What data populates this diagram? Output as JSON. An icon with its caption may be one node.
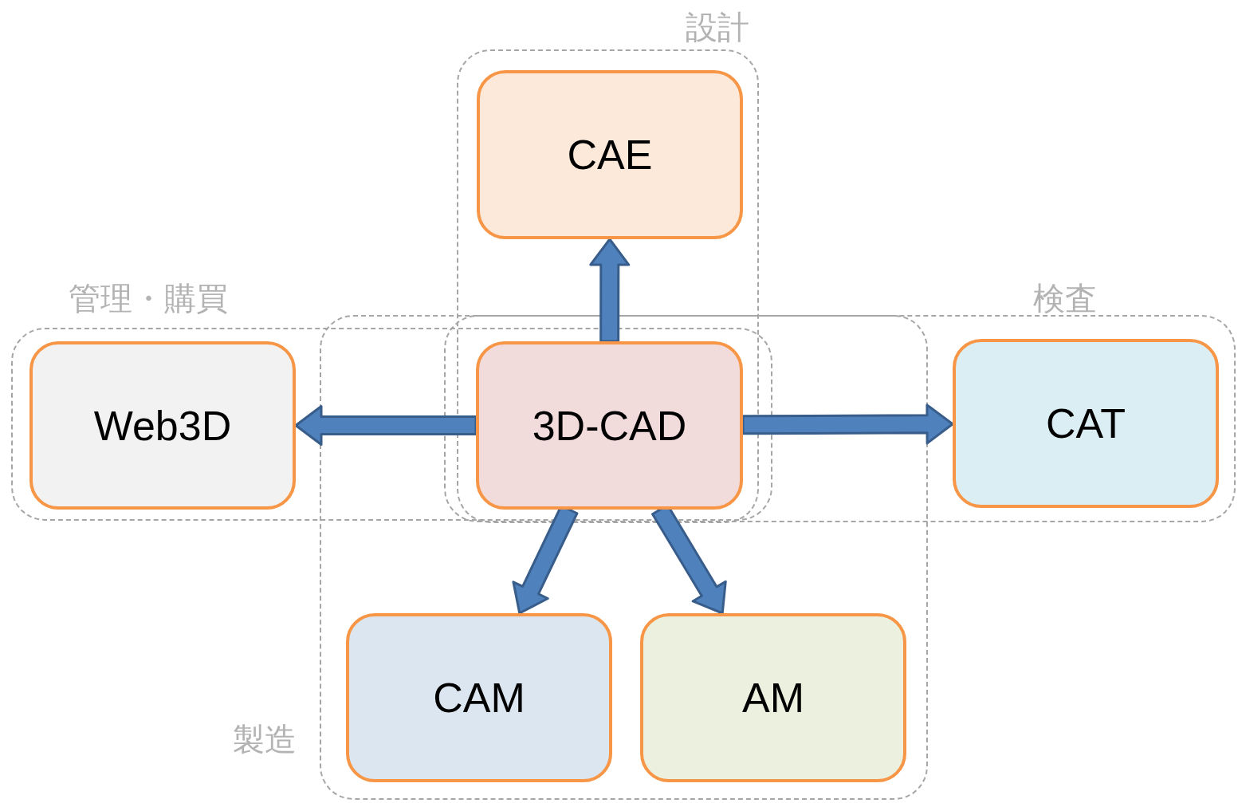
{
  "diagram": {
    "nodes": [
      {
        "text": [
          "設計"
        ]
      },
      {
        "text": [
          "CAE"
        ],
        "in": 0
      },
      {
        "text": [
          "管理・購買"
        ]
      },
      {
        "text": [
          "Web3D"
        ],
        "in": 2
      },
      {
        "text": [
          "3D-CAD"
        ]
      },
      {
        "text": [
          "検査"
        ]
      },
      {
        "text": [
          "CAT"
        ],
        "in": 5
      },
      {
        "text": [
          "製造"
        ]
      },
      {
        "text": [
          "CAM"
        ],
        "in": 7
      },
      {
        "text": [
          "AM"
        ],
        "in": 7
      }
    ],
    "edges": [
      {
        "from": 4,
        "to": 1,
        "arrow": "to"
      },
      {
        "from": 4,
        "to": 3,
        "arrow": "to"
      },
      {
        "from": 4,
        "to": 6,
        "arrow": "to"
      },
      {
        "from": 4,
        "to": 8,
        "arrow": "to"
      },
      {
        "from": 4,
        "to": 9,
        "arrow": "to"
      }
    ]
  }
}
